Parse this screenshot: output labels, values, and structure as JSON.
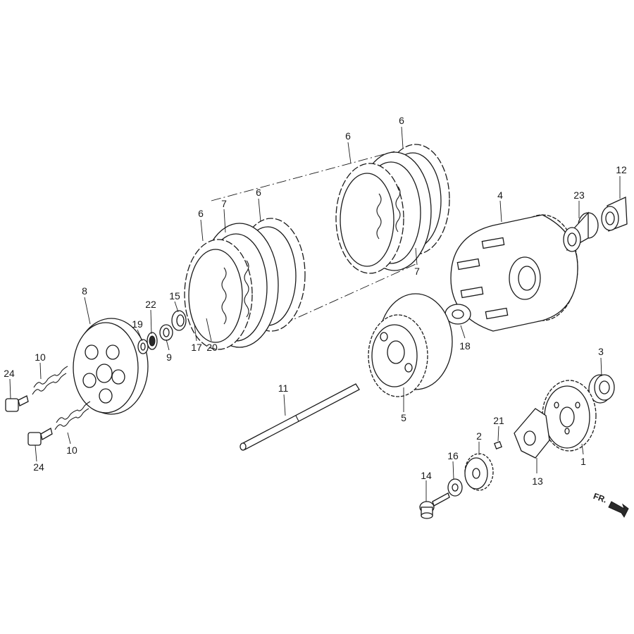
{
  "callouts": {
    "c1": "1",
    "c2": "2",
    "c3": "3",
    "c4": "4",
    "c5": "5",
    "c6a": "6",
    "c6b": "6",
    "c6c": "6",
    "c6d": "6",
    "c7a": "7",
    "c7b": "7",
    "c8": "8",
    "c9": "9",
    "c10a": "10",
    "c10b": "10",
    "c11": "11",
    "c12": "12",
    "c13": "13",
    "c14": "14",
    "c15": "15",
    "c16": "16",
    "c17": "17",
    "c18": "18",
    "c19": "19",
    "c20": "20",
    "c21": "21",
    "c22": "22",
    "c23": "23",
    "c24a": "24",
    "c24b": "24"
  },
  "direction": {
    "label": "FR."
  },
  "icons": {
    "direction_arrow": "arrow-right-down-icon"
  }
}
